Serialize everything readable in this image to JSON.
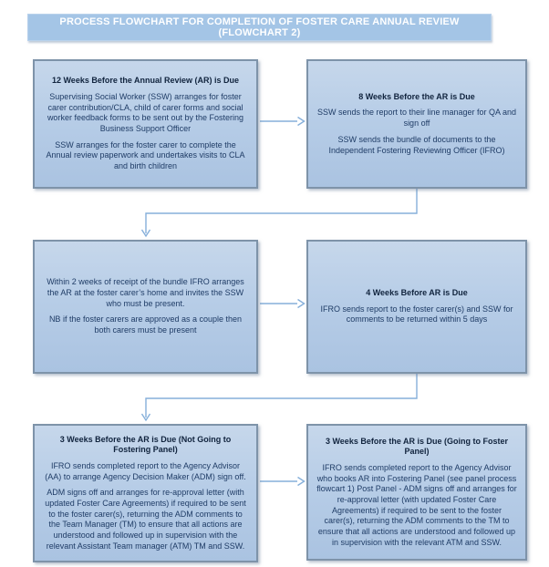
{
  "title": "PROCESS FLOWCHART FOR COMPLETION OF FOSTER CARE ANNUAL REVIEW (FLOWCHART 2)",
  "colors": {
    "title_bar_bg": "#a4c5e6",
    "title_text": "#ffffff",
    "box_bg_top": "#c6d7eb",
    "box_bg_bottom": "#aac3e1",
    "box_border": "#7e93a9",
    "heading_text": "#10233d",
    "body_text": "#1f3c66",
    "arrow_color": "#85afda"
  },
  "boxes": [
    {
      "id": "12-weeks",
      "heading": "12 Weeks Before the Annual Review (AR) is Due",
      "paragraphs": [
        "Supervising Social Worker (SSW) arranges for foster carer contribution/CLA, child of carer forms and social worker feedback forms to be sent out by the Fostering Business Support Officer",
        "SSW arranges for the foster carer to complete the Annual review paperwork and undertakes visits to CLA and birth children"
      ]
    },
    {
      "id": "8-weeks",
      "heading": "8 Weeks Before the AR is Due",
      "paragraphs": [
        "SSW sends the report to their line manager for QA and sign off",
        "SSW sends the bundle of documents to the Independent Fostering Reviewing Officer (IFRO)"
      ]
    },
    {
      "id": "within-2-weeks",
      "heading": "",
      "paragraphs": [
        "Within 2 weeks of receipt of the bundle IFRO arranges the AR at the foster carer’s home and invites the SSW who must be present.",
        "NB if the foster carers are approved as a couple then both carers must be present"
      ]
    },
    {
      "id": "4-weeks",
      "heading": "4 Weeks Before AR is Due",
      "paragraphs": [
        "IFRO sends report to the foster carer(s) and SSW for comments to be returned within 5 days"
      ]
    },
    {
      "id": "3-weeks-not-panel",
      "heading": "3 Weeks Before the AR is Due (Not Going to Fostering Panel)",
      "paragraphs": [
        "IFRO sends completed report to the Agency Advisor (AA) to arrange Agency Decision Maker (ADM) sign off.",
        "ADM signs off and arranges for re-approval letter  (with updated Foster Care Agreements) if required to be sent to the foster carer(s), returning the ADM comments to the Team Manager (TM) to ensure that all actions are understood and followed up in supervision with the relevant Assistant Team manager (ATM) TM and SSW."
      ]
    },
    {
      "id": "3-weeks-panel",
      "heading": "3 Weeks Before the AR is Due (Going to Foster Panel)",
      "paragraphs": [
        "IFRO sends completed report to the Agency Advisor who books AR into Fostering Panel (see panel process flowcart 1) Post Panel - ADM signs off and arranges for re-approval letter  (with updated Foster Care Agreements) if required to be sent to the foster carer(s), returning the ADM comments to the TM to ensure that all actions are understood and followed up in supervision with the relevant ATM and SSW."
      ]
    }
  ],
  "connectors": [
    {
      "from": "12-weeks",
      "to": "8-weeks",
      "shape": "straight-right"
    },
    {
      "from": "8-weeks",
      "to": "within-2-weeks",
      "shape": "elbow-down-left-down"
    },
    {
      "from": "within-2-weeks",
      "to": "4-weeks",
      "shape": "straight-right"
    },
    {
      "from": "4-weeks",
      "to": "3-weeks-not-panel",
      "shape": "elbow-down-left-down"
    },
    {
      "from": "3-weeks-not-panel",
      "to": "3-weeks-panel",
      "shape": "straight-right"
    }
  ]
}
